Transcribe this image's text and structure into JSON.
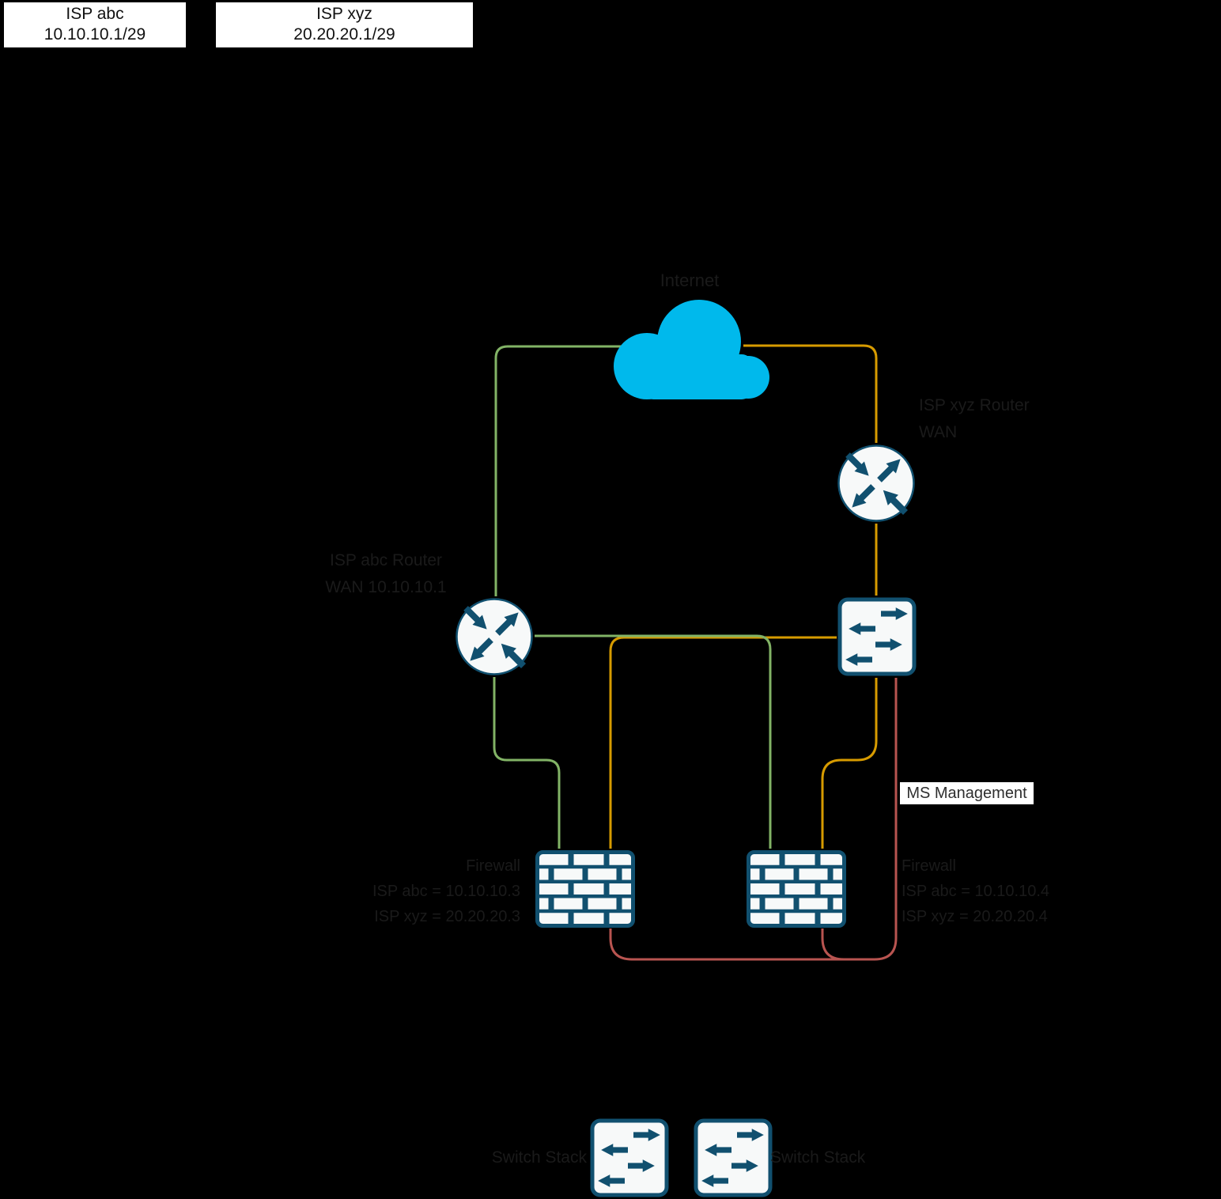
{
  "colors": {
    "background": "#000000",
    "line_green": "#82b366",
    "line_orange": "#d79b00",
    "line_red": "#b85450",
    "node_stroke": "#11506f",
    "node_fill": "#f7f9f9",
    "cloud_blue": "#00b9ec",
    "text_dark": "#1a1a1a",
    "text_black": "#111111",
    "text_mid": "#2e2e2e",
    "box_bg": "#ffffff"
  },
  "legend": [
    {
      "name": "ISP abc",
      "cidr": "10.10.10.1/29"
    },
    {
      "name": "ISP xyz",
      "cidr": "20.20.20.1/29"
    }
  ],
  "labels": {
    "internet": "Internet",
    "isp_xyz_router": [
      "ISP xyz Router",
      "WAN"
    ],
    "isp_abc_router": [
      "ISP abc Router",
      "WAN 10.10.10.1"
    ],
    "firewall_left": [
      "Firewall",
      "ISP abc = 10.10.10.3",
      "ISP xyz = 20.20.20.3"
    ],
    "firewall_right": [
      "Firewall",
      "ISP abc = 10.10.10.4",
      "ISP xyz = 20.20.20.4"
    ],
    "ms_management": "MS Management",
    "switch_stack_left": "Switch Stack",
    "switch_stack_right": "Switch Stack"
  },
  "icons": {
    "internet": "cloud-icon",
    "routers": "router-crossed-arrows-icon",
    "switches": "switch-horizontal-arrows-icon",
    "firewalls": "brick-wall-icon"
  }
}
